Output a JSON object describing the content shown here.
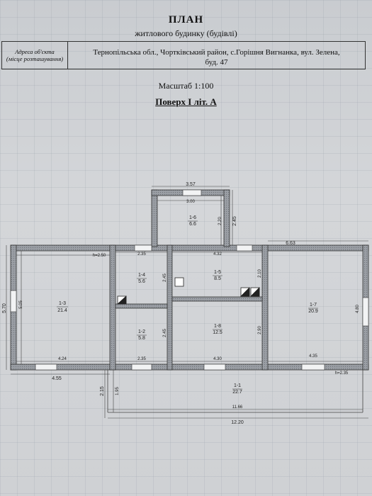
{
  "header": {
    "title": "ПЛАН",
    "subtitle": "житлового будинку (будівлі)",
    "address_label_line1": "Адреса об'єкта",
    "address_label_line2": "(місце розташування)",
    "address_line1": "Тернопільська обл., Чортківський район, с.Горішня Вигнанка, вул. Зелена,",
    "address_line2": "буд. 47",
    "scale": "Масштаб 1:100",
    "floor": "Поверх I літ. А"
  },
  "plan": {
    "rooms": [
      {
        "id": "1-1",
        "area": "22.7"
      },
      {
        "id": "1-2",
        "area": "5.8"
      },
      {
        "id": "1-3",
        "area": "21.4"
      },
      {
        "id": "1-4",
        "area": "5.6"
      },
      {
        "id": "1-5",
        "area": "8.5"
      },
      {
        "id": "1-6",
        "area": "6.6"
      },
      {
        "id": "1-7",
        "area": "20.9"
      },
      {
        "id": "1-8",
        "area": "12.5"
      }
    ],
    "dimensions": {
      "top_annex_outer": "3.57",
      "top_annex_inner": "3.00",
      "annex_height_inner": "2.20",
      "annex_height_outer": "2.45",
      "right_block_width": "6.63",
      "left_height_outer": "5.70",
      "left_height_inner": "5.05",
      "room13_width": "4.24",
      "left_block_width": "4.55",
      "room14_top": "2.35",
      "room14_side": "2.45",
      "room12_side": "2.45",
      "room12_bottom": "2.35",
      "room15_top": "4.32",
      "room15_side": "2.10",
      "room18_side": "2.90",
      "room18_bottom": "4.30",
      "room17_side": "4.80",
      "room17_bottom": "4.35",
      "ceiling_left": "h=2.50",
      "ceiling_porch": "h=2.35",
      "porch_height_outer": "2.15",
      "porch_height_inner": "1.95",
      "porch_inner_width": "11.66",
      "total_width": "12.20"
    }
  }
}
